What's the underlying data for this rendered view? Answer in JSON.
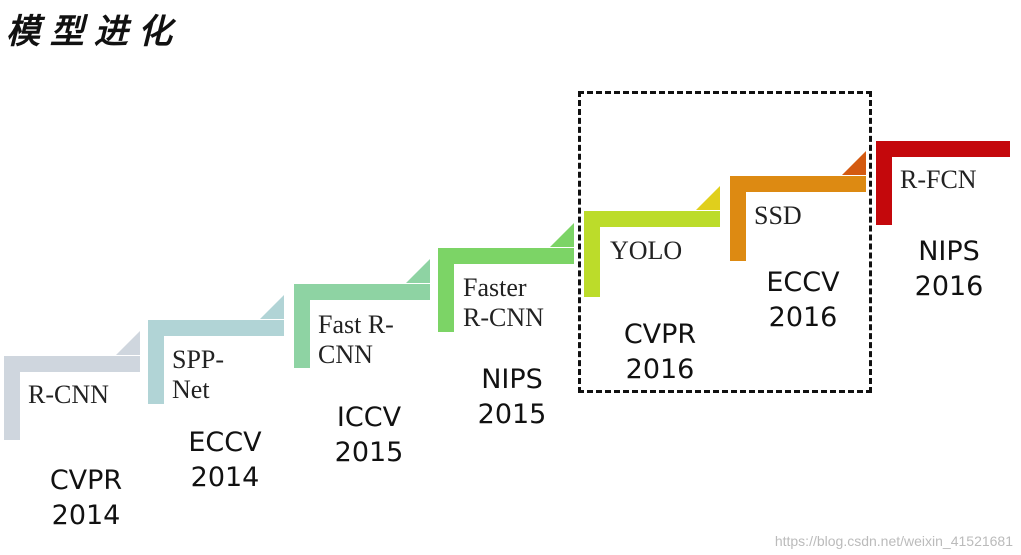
{
  "title": "模型进化",
  "watermark": "https://blog.csdn.net/weixin_41521681",
  "steps": [
    {
      "model_lines": [
        "R-CNN"
      ],
      "venue": "CVPR",
      "year": "2014",
      "color": "#cfd6de"
    },
    {
      "model_lines": [
        "SPP-",
        "Net"
      ],
      "venue": "ECCV",
      "year": "2014",
      "color": "#b1d4d6"
    },
    {
      "model_lines": [
        "Fast R-",
        "CNN"
      ],
      "venue": "ICCV",
      "year": "2015",
      "color": "#8ed3a3"
    },
    {
      "model_lines": [
        "Faster",
        "R-CNN"
      ],
      "venue": "NIPS",
      "year": "2015",
      "color": "#7cd466"
    },
    {
      "model_lines": [
        "YOLO"
      ],
      "venue": "CVPR",
      "year": "2016",
      "color": "#bcdc2a",
      "tip_color": "#e0cf1c"
    },
    {
      "model_lines": [
        "SSD"
      ],
      "venue": "ECCV",
      "year": "2016",
      "color": "#dd8a12",
      "tip_color": "#d45a10"
    },
    {
      "model_lines": [
        "R-FCN"
      ],
      "venue": "NIPS",
      "year": "2016",
      "color": "#c4080c"
    }
  ]
}
